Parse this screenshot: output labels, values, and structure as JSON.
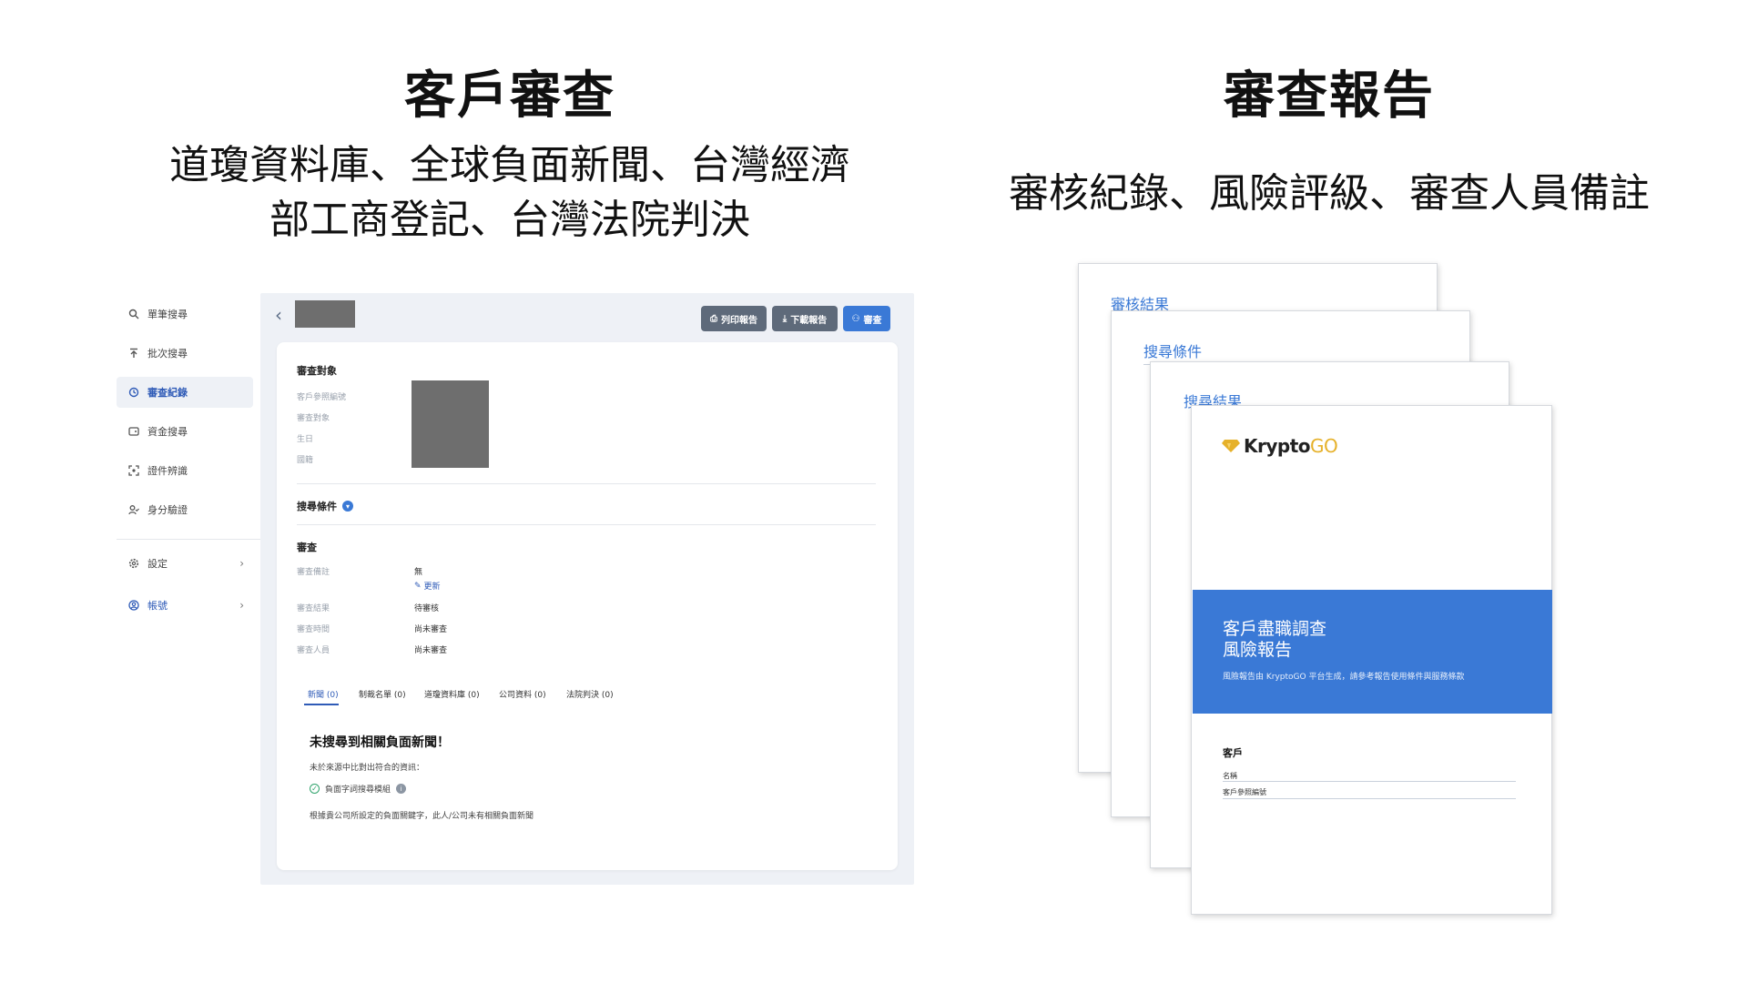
{
  "left_heading": "客戶審查",
  "left_subheading_line1": "道瓊資料庫、全球負面新聞、台灣經濟",
  "left_subheading_line2": "部工商登記、台灣法院判決",
  "right_heading": "審查報告",
  "right_subheading": "審核紀錄、風險評級、審查人員備註",
  "sidebar": {
    "items": [
      {
        "label": "單筆搜尋",
        "icon": "search-icon"
      },
      {
        "label": "批次搜尋",
        "icon": "upload-icon"
      },
      {
        "label": "審查紀錄",
        "icon": "history-icon"
      },
      {
        "label": "資金搜尋",
        "icon": "wallet-icon"
      },
      {
        "label": "證件辨識",
        "icon": "scan-icon"
      },
      {
        "label": "身分驗證",
        "icon": "user-verify-icon"
      }
    ],
    "settings_label": "設定",
    "account_label": "帳號"
  },
  "toolbar": {
    "print_label": "列印報告",
    "download_label": "下載報告",
    "review_label": "審查"
  },
  "subject": {
    "title": "審查對象",
    "labels": [
      "客戶參照編號",
      "審查對象",
      "生日",
      "國籍"
    ]
  },
  "search_conditions": {
    "title": "搜尋條件"
  },
  "review": {
    "title": "審查",
    "note_label": "審查備註",
    "note_value": "無",
    "update_link": "更新",
    "result_label": "審查結果",
    "result_value": "待審核",
    "time_label": "審查時間",
    "time_value": "尚未審查",
    "reviewer_label": "審查人員",
    "reviewer_value": "尚未審查"
  },
  "tabs": [
    {
      "label": "新聞 (0)"
    },
    {
      "label": "制裁名單 (0)"
    },
    {
      "label": "道瓊資料庫 (0)"
    },
    {
      "label": "公司資料 (0)"
    },
    {
      "label": "法院判決 (0)"
    }
  ],
  "result_message": {
    "title": "未搜尋到相關負面新聞！",
    "line1": "未於來源中比對出符合的資訊：",
    "check_item": "負面字詞搜尋模組",
    "line3": "根據貴公司所設定的負面關鍵字，此人/公司未有相關負面新聞"
  },
  "report": {
    "page1_title": "審核結果",
    "page2_title": "搜尋條件",
    "page3_title": "搜尋結果",
    "logo_main": "Krypto",
    "logo_accent": "GO",
    "cover_title_line1": "客戶盡職調查",
    "cover_title_line2": "風險報告",
    "cover_subtitle": "風險報告由 KryptoGO 平台生成，請參考報告使用條件與服務條款",
    "client_heading": "客戶",
    "client_name_label": "名稱",
    "client_ref_label": "客戶參照編號"
  },
  "colors": {
    "accent": "#3a79d6",
    "dark_button": "#5e6a7a",
    "logo_gold": "#e6b12a"
  }
}
